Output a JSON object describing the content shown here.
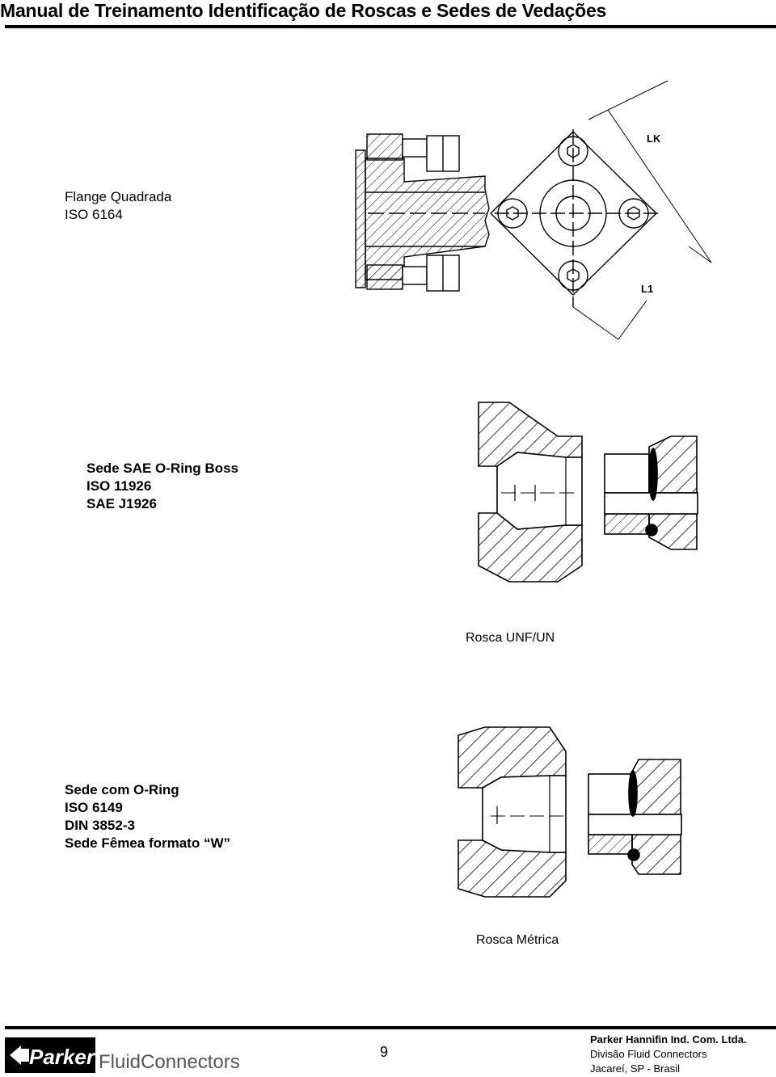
{
  "header": {
    "title": "Manual de Treinamento Identificação de Roscas e Sedes de Vedações"
  },
  "section1": {
    "lines": [
      "Flange Quadrada",
      "ISO 6164"
    ],
    "dim_labels": {
      "lk": "LK",
      "l1": "L1"
    }
  },
  "section2": {
    "lines": [
      "Sede SAE O-Ring Boss",
      "ISO 11926",
      "SAE J1926"
    ],
    "caption": "Rosca UNF/UN"
  },
  "section3": {
    "lines": [
      "Sede com O-Ring",
      "ISO 6149",
      "DIN 3852-3",
      "Sede Fêmea formato “W”"
    ],
    "caption": "Rosca Métrica"
  },
  "footer": {
    "logo_brand": "Parker",
    "logo_product": "FluidConnectors",
    "page_number": "9",
    "company": [
      "Parker Hannifin Ind. Com. Ltda.",
      "Divisão Fluid Connectors",
      "Jacareí, SP - Brasil"
    ]
  }
}
